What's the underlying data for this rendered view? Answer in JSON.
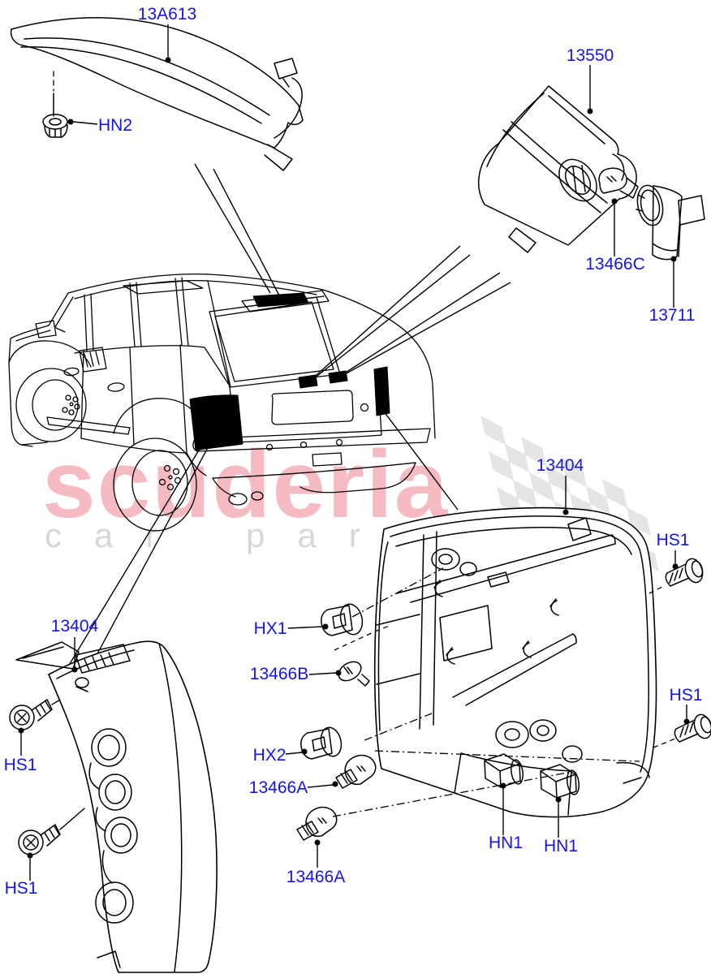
{
  "watermark": {
    "brand": "scuderia",
    "tagline": "car parts",
    "brand_color": "#f5bac2",
    "tagline_color": "#d7d7d7",
    "checker_color": "#e5e5e8"
  },
  "colors": {
    "label": "#1414ee",
    "line": "#000000"
  },
  "labels": {
    "stop_lamp": "13A613",
    "stop_lamp_nut": "HN2",
    "tailgate_lamp": "13550",
    "tailgate_lamp_bulb": "13466C",
    "tailgate_lamp_socket": "13711",
    "rear_lamp_right": "13404",
    "rear_lamp_left": "13404",
    "screw_right_top": "HS1",
    "screw_right_bottom": "HS1",
    "screw_left_top": "HS1",
    "screw_left_bottom": "HS1",
    "bulb_holder_1": "HX1",
    "bulb_small": "13466B",
    "bulb_holder_2": "HX2",
    "bulb_large_1": "13466A",
    "bulb_large_2": "13466A",
    "nut_left": "HN1",
    "nut_right": "HN1"
  }
}
